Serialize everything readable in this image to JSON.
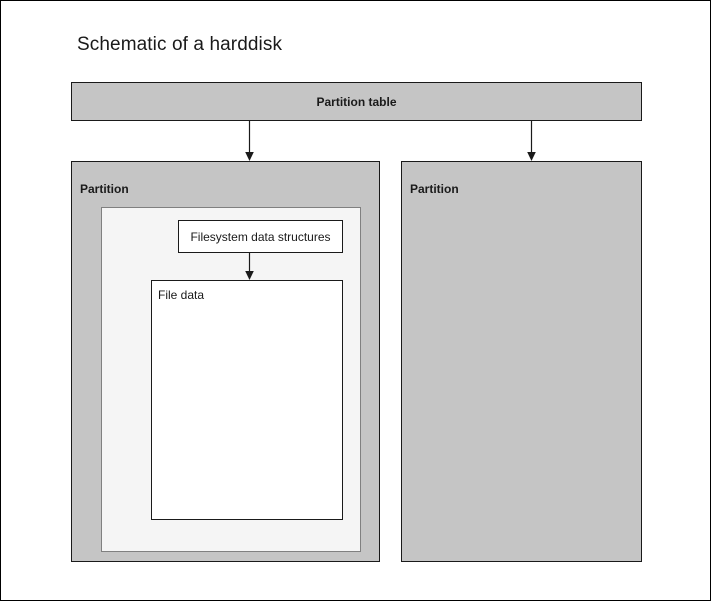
{
  "diagram": {
    "title": "Schematic of a harddisk",
    "nodes": {
      "partition_table": {
        "label": "Partition table",
        "fill": "#c5c5c5",
        "stroke": "#1a1a1a"
      },
      "partition_left": {
        "label": "Partition",
        "fill": "#c5c5c5",
        "stroke": "#1a1a1a"
      },
      "partition_right": {
        "label": "Partition",
        "fill": "#c5c5c5",
        "stroke": "#1a1a1a"
      },
      "filesystem_area": {
        "label": "",
        "fill": "#f5f5f5",
        "stroke": "#808080"
      },
      "fs_structures": {
        "label": "Filesystem data structures",
        "fill": "#ffffff",
        "stroke": "#1a1a1a"
      },
      "file_data": {
        "label": "File data",
        "fill": "#ffffff",
        "stroke": "#1a1a1a"
      }
    },
    "edges": [
      {
        "name": "partition-table-to-partition-left",
        "from": "partition_table",
        "to": "partition_left",
        "label": ""
      },
      {
        "name": "partition-table-to-partition-right",
        "from": "partition_table",
        "to": "partition_right",
        "label": ""
      },
      {
        "name": "fs-structures-to-file-data",
        "from": "fs_structures",
        "to": "file_data",
        "label": ""
      }
    ],
    "colors": {
      "canvas_background": "#ffffff",
      "canvas_border": "#000000",
      "box_gray": "#c5c5c5",
      "box_light": "#f5f5f5",
      "box_white": "#ffffff",
      "line": "#1a1a1a",
      "text": "#1a1a1a"
    }
  }
}
